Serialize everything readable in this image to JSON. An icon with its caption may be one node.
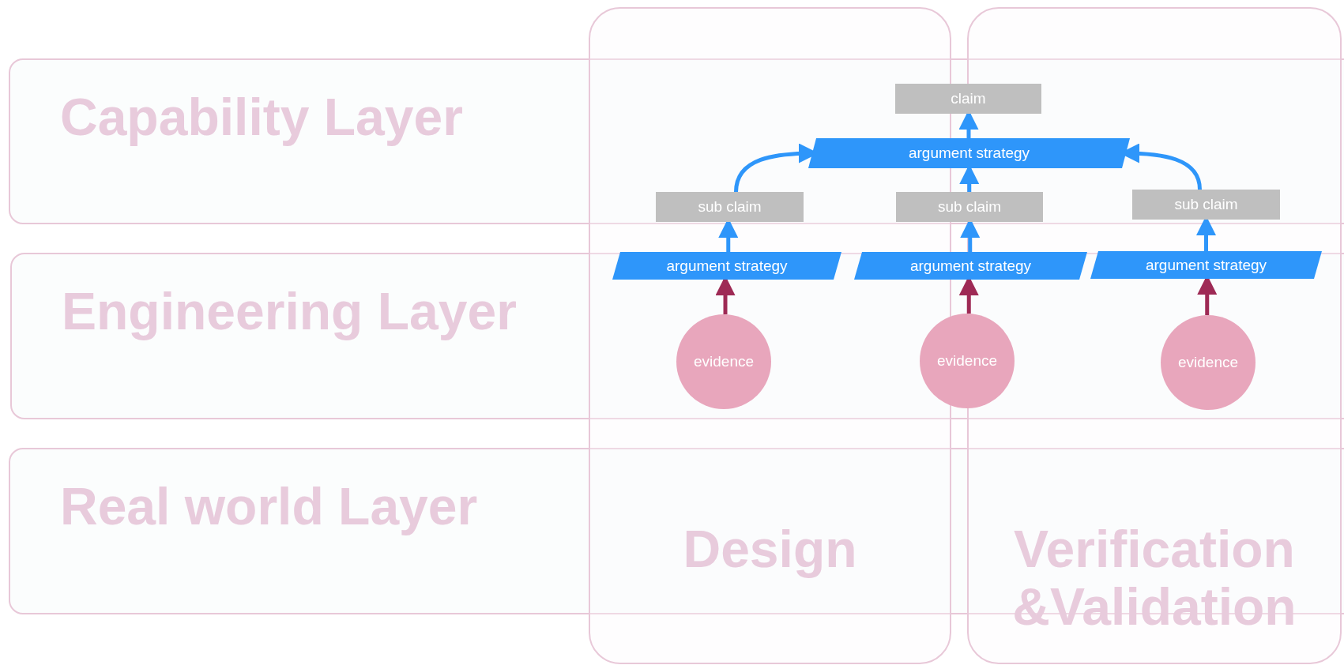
{
  "diagram": {
    "nodes": [
      {
        "text": [
          "claim"
        ]
      },
      {
        "text": [
          "argument strategy"
        ]
      },
      {
        "text": [
          "sub claim"
        ]
      },
      {
        "text": [
          "sub claim"
        ]
      },
      {
        "text": [
          "sub claim"
        ]
      },
      {
        "text": [
          "argument strategy"
        ]
      },
      {
        "text": [
          "argument strategy"
        ]
      },
      {
        "text": [
          "argument strategy"
        ]
      },
      {
        "text": [
          "evidence"
        ]
      },
      {
        "text": [
          "evidence"
        ]
      },
      {
        "text": [
          "evidence"
        ]
      }
    ],
    "edges": [
      {
        "from": 1,
        "to": 0,
        "arrow": "to"
      },
      {
        "from": 2,
        "to": 1,
        "arrow": "to"
      },
      {
        "from": 3,
        "to": 1,
        "arrow": "to"
      },
      {
        "from": 4,
        "to": 1,
        "arrow": "to"
      },
      {
        "from": 5,
        "to": 2,
        "arrow": "to"
      },
      {
        "from": 6,
        "to": 3,
        "arrow": "to"
      },
      {
        "from": 7,
        "to": 4,
        "arrow": "to"
      },
      {
        "from": 8,
        "to": 5,
        "arrow": "to",
        "color": "#9e2a55"
      },
      {
        "from": 9,
        "to": 6,
        "arrow": "to",
        "color": "#9e2a55"
      },
      {
        "from": 10,
        "to": 7,
        "arrow": "to",
        "color": "#9e2a55"
      }
    ],
    "labels": [
      "Capability Layer",
      "Engineering Layer",
      "Real world Layer",
      "Design",
      "Verification &Validation"
    ]
  }
}
